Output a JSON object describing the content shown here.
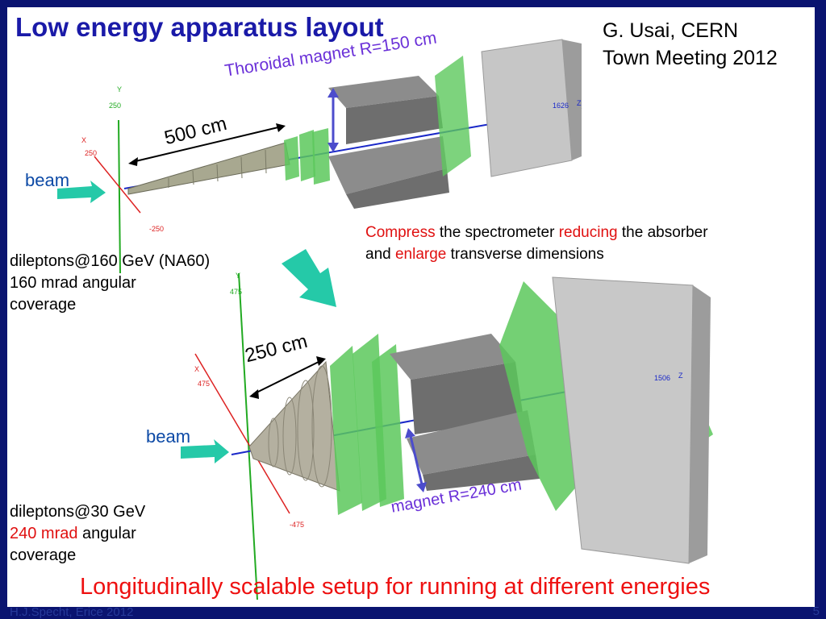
{
  "slide": {
    "title": "Low energy apparatus layout",
    "author_line1": "G. Usai, CERN",
    "author_line2": "Town Meeting 2012",
    "footer_main": "Longitudinally scalable setup for running at different energies",
    "footer_left": "H.J.Specht, Erice 2012",
    "page_number": "5"
  },
  "top_layout": {
    "magnet_label": "Thoroidal magnet R=150 cm",
    "length_label": "500 cm",
    "beam_label": "beam",
    "axis_y": "Y",
    "axis_y_value": "250",
    "axis_x": "X",
    "axis_x_value": "250",
    "axis_neg_value": "-250",
    "axis_z_value": "1626",
    "axis_z": "Z",
    "caption_line1": "dileptons@160 GeV (NA60)",
    "caption_line2": "160 mrad angular",
    "caption_line3": "coverage"
  },
  "middle_note": {
    "w1": "Compress",
    "w2": " the spectrometer ",
    "w3": "reducing",
    "w4": " the absorber",
    "w5": "and ",
    "w6": "enlarge",
    "w7": " transverse dimensions"
  },
  "bottom_layout": {
    "length_label": "250 cm",
    "magnet_label": "magnet R=240 cm",
    "beam_label": "beam",
    "axis_y": "Y",
    "axis_y_value": "475",
    "axis_x": "X",
    "axis_x_value": "475",
    "axis_neg_value": "-475",
    "axis_z_value": "1506",
    "axis_z": "Z",
    "caption_line1": "dileptons@30 GeV",
    "caption_line2_red": "240 mrad",
    "caption_line2_rest": " angular",
    "caption_line3": "coverage"
  },
  "colors": {
    "background": "#0a1470",
    "title": "#1a1aa8",
    "highlight_red": "#e01010",
    "magnet_label": "#6a30d8",
    "beam_arrow": "#25c9a8",
    "detector_green": "#4cc84c",
    "beam_line": "#1a28c8"
  }
}
